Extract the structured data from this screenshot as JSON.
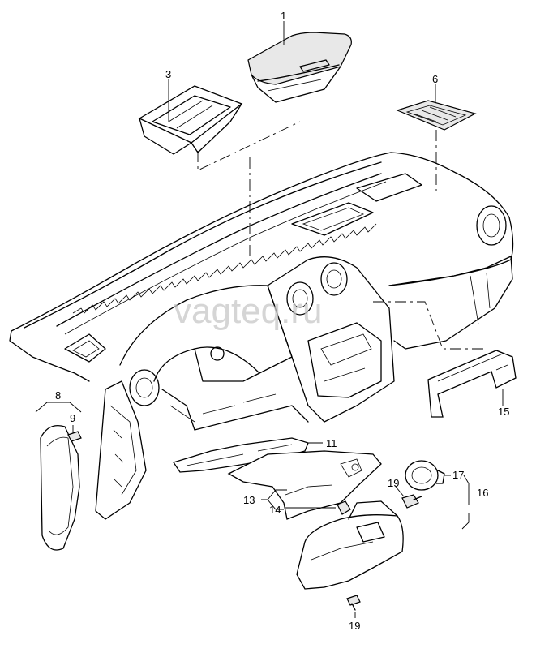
{
  "callouts": {
    "c1": "1",
    "c3": "3",
    "c6": "6",
    "c8": "8",
    "c9": "9",
    "c11": "11",
    "c13": "13",
    "c14": "14",
    "c15": "15",
    "c16": "16",
    "c17": "17",
    "c19a": "19",
    "c19b": "19"
  },
  "watermark": "vagteq.ru",
  "colors": {
    "line": "#000000",
    "background": "#ffffff",
    "watermark": "#c8c8c8"
  }
}
